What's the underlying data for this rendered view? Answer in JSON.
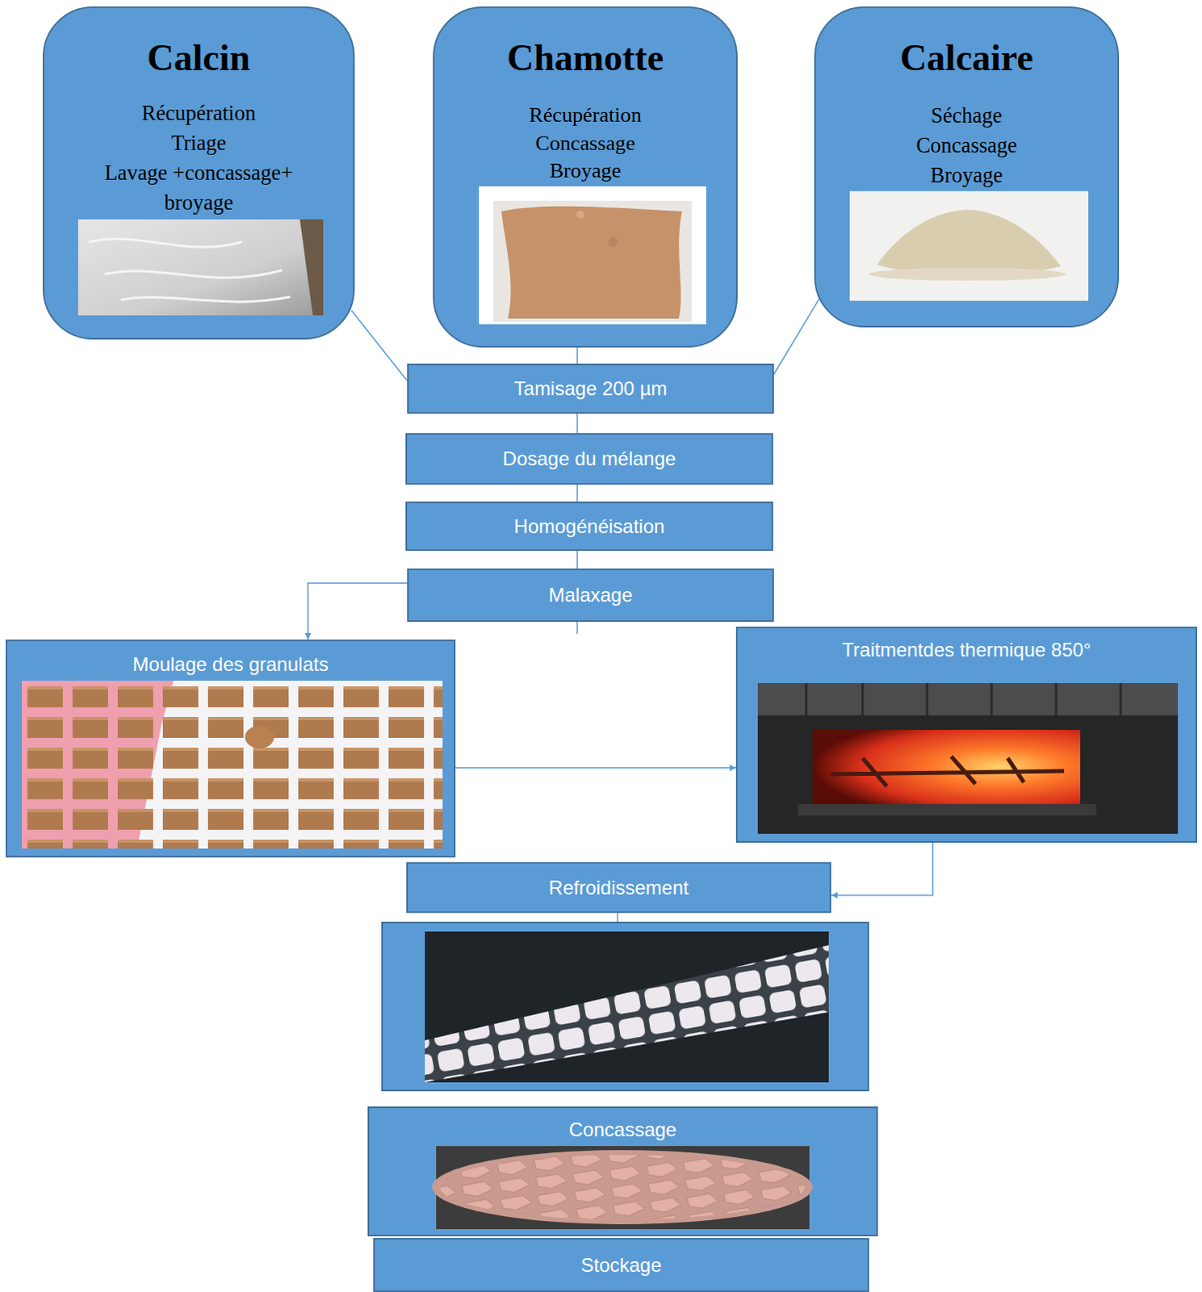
{
  "diagram": {
    "nodes": [
      {
        "text": [
          "Calcin",
          "Récupération Triage Lavage +concassage+ broyage"
        ]
      },
      {
        "text": [
          "Chamotte",
          "Récupération Concassage Broyage"
        ]
      },
      {
        "text": [
          "Calcaire",
          "Séchage Concassage Broyage"
        ]
      },
      {
        "text": [
          "Tamisage 200 µm"
        ]
      },
      {
        "text": [
          "Dosage du mélange"
        ]
      },
      {
        "text": [
          "Homogénéisation"
        ]
      },
      {
        "text": [
          "Malaxage"
        ]
      },
      {
        "text": [
          "Moulage des granulats"
        ]
      },
      {
        "text": [
          "Traitmentdes thermique 850°"
        ]
      },
      {
        "text": [
          "Refroidissement"
        ]
      },
      {
        "text": [
          "Concassage"
        ]
      },
      {
        "text": [
          "Stockage"
        ]
      }
    ],
    "edges": [
      {
        "from": 0,
        "to": 3,
        "arrow": "none"
      },
      {
        "from": 1,
        "to": 3,
        "arrow": "none"
      },
      {
        "from": 2,
        "to": 3,
        "arrow": "none"
      },
      {
        "from": 3,
        "to": 4,
        "arrow": "none"
      },
      {
        "from": 4,
        "to": 5,
        "arrow": "none"
      },
      {
        "from": 5,
        "to": 6,
        "arrow": "none"
      },
      {
        "from": 6,
        "to": 7,
        "arrow": "to"
      },
      {
        "from": 7,
        "to": 8,
        "arrow": "to"
      },
      {
        "from": 8,
        "to": 9,
        "arrow": "to"
      }
    ]
  }
}
